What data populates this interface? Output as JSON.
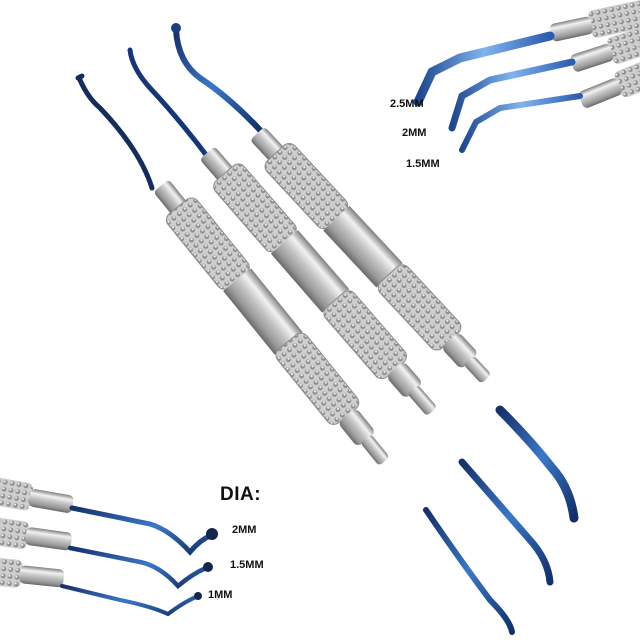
{
  "labels": {
    "flat_large": "2.5MM",
    "flat_medium": "2MM",
    "flat_small": "1.5MM",
    "dia_title": "DIA:",
    "ball_large": "2MM",
    "ball_medium": "1.5MM",
    "ball_small": "1MM"
  },
  "colors": {
    "steel_light": "#eeeeee",
    "steel_mid": "#bcbcbc",
    "steel_dark": "#8a8a8a",
    "tip_blue": "#2a5ea8",
    "tip_dark": "#0f2a55",
    "text": "#111111"
  }
}
